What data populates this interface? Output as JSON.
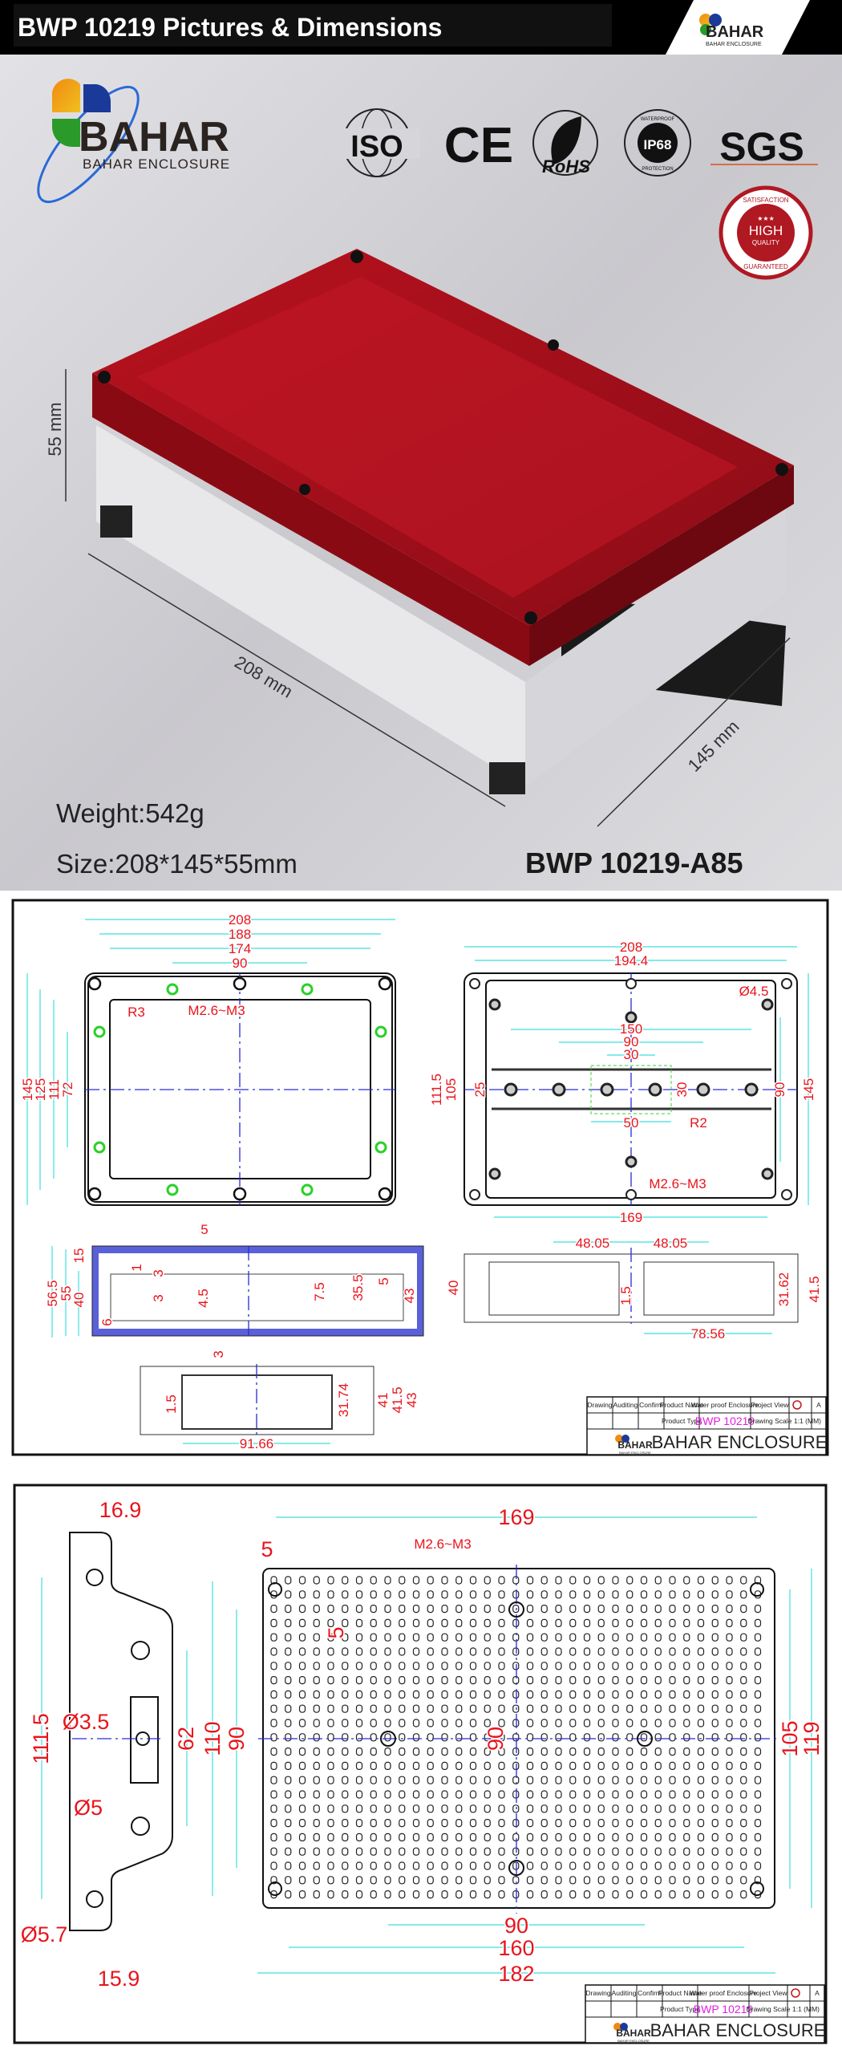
{
  "header": {
    "title": "BWP 10219  Pictures & Dimensions",
    "logo_text": "BAHAR",
    "logo_sub": "BAHAR ENCLOSURE"
  },
  "brand": {
    "logo_text": "BAHAR",
    "logo_sub": "BAHAR ENCLOSURE"
  },
  "certifications": {
    "iso": "ISO",
    "ce": "CE",
    "rohs": "RoHS",
    "ip_top": "WATERPROOF",
    "ip": "IP68",
    "ip_bottom": "PROTECTION",
    "sgs": "SGS"
  },
  "seal": {
    "top": "SATISFACTION",
    "main": "HIGH",
    "sub": "QUALITY",
    "bottom": "GUARANTEED",
    "stars": "★★★"
  },
  "photo": {
    "dim_height": "55 mm",
    "dim_length": "208 mm",
    "dim_width": "145 mm",
    "weight": "Weight:542g",
    "size": "Size:208*145*55mm",
    "model": "BWP 10219-A85"
  },
  "colors": {
    "dimension_text": "#e8141c",
    "dimension_line": "#3fdede",
    "centerline": "#2a2ad8",
    "lid": "#a4101c",
    "product_type": "#e020e0"
  },
  "drawing1": {
    "top_view": [
      "208",
      "188",
      "174",
      "90",
      "145",
      "125",
      "111",
      "72",
      "R3",
      "M2.6~M3"
    ],
    "bottom_view": [
      "208",
      "194.4",
      "150",
      "90",
      "30",
      "50",
      "R2",
      "Ø4.5",
      "M2.6~M3",
      "111.5",
      "105",
      "25",
      "30",
      "90",
      "145",
      "169"
    ],
    "section": [
      "5",
      "15",
      "56.5",
      "55",
      "40",
      "1",
      "3",
      "3",
      "4.5",
      "7.5",
      "35.5",
      "5",
      "43",
      "6",
      "3"
    ],
    "side": [
      "48.05",
      "48.05",
      "40",
      "1.5",
      "31.62",
      "41.5",
      "78.56"
    ],
    "end": [
      "1.5",
      "31.74",
      "41",
      "41.5",
      "43",
      "91.66"
    ]
  },
  "drawing2": {
    "bracket": [
      "16.9",
      "15.9",
      "111.5",
      "62",
      "Ø3.5",
      "Ø5",
      "Ø5.7"
    ],
    "plate": [
      "169",
      "5",
      "M2.6~M3",
      "5",
      "110",
      "90",
      "90",
      "105",
      "119",
      "90",
      "160",
      "182"
    ]
  },
  "title_block": {
    "drawing": "Drawing",
    "auditing": "Auditing",
    "confirm": "Confirm",
    "product_name_label": "Product Name",
    "product_name": "Water proof Enclosure",
    "project_view": "Project View",
    "rev": "A",
    "product_type_label": "Product Type",
    "product_type": "BWP 10219",
    "scale_label": "Drawing Scale",
    "scale": "1:1 (MM)",
    "company": "BAHAR  ENCLOSURE",
    "logo_text": "BAHAR",
    "logo_sub": "BAHAR ENCLOSURE"
  }
}
